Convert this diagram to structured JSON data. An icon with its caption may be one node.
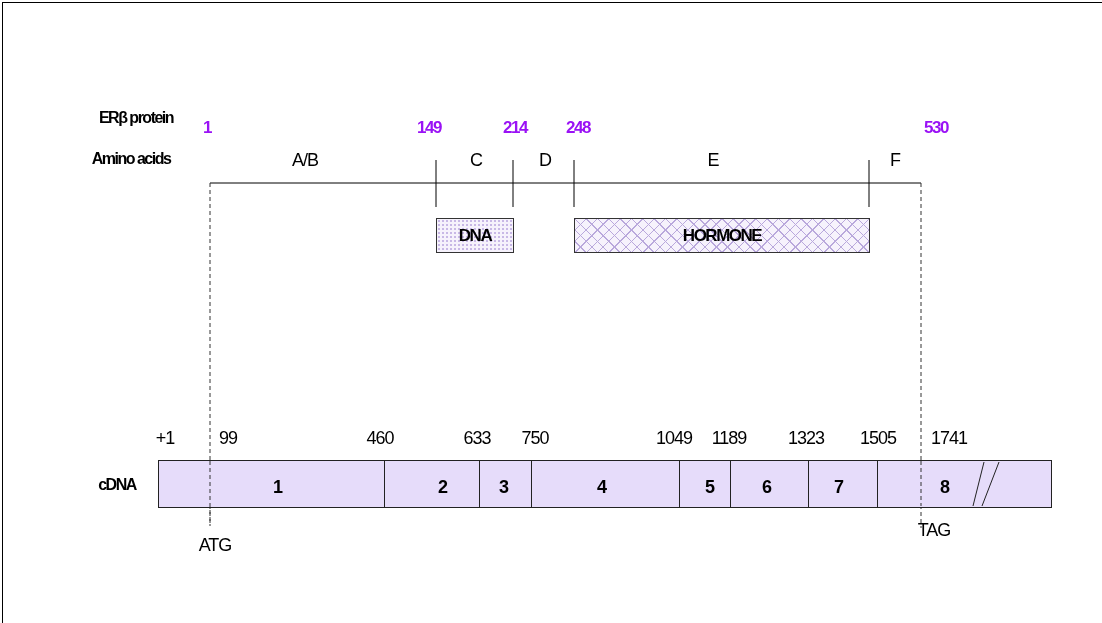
{
  "diagram": {
    "nodes": [
      {
        "text": [
          "DNA"
        ]
      },
      {
        "text": [
          "HORMONE"
        ]
      },
      {
        "text": [
          "1"
        ]
      },
      {
        "text": [
          "2"
        ]
      },
      {
        "text": [
          "3"
        ]
      },
      {
        "text": [
          "4"
        ]
      },
      {
        "text": [
          "5"
        ]
      },
      {
        "text": [
          "6"
        ]
      },
      {
        "text": [
          "7"
        ]
      },
      {
        "text": [
          "8"
        ]
      }
    ],
    "labels": [
      "ERβ protein",
      "1",
      "149",
      "214",
      "248",
      "530",
      "Amino acids",
      "A/B",
      "C",
      "D",
      "E",
      "F",
      "+1",
      "99",
      "460",
      "633",
      "750",
      "1049",
      "1189",
      "1323",
      "1505",
      "1741",
      "cDNA",
      "ATG",
      "TAG"
    ]
  }
}
